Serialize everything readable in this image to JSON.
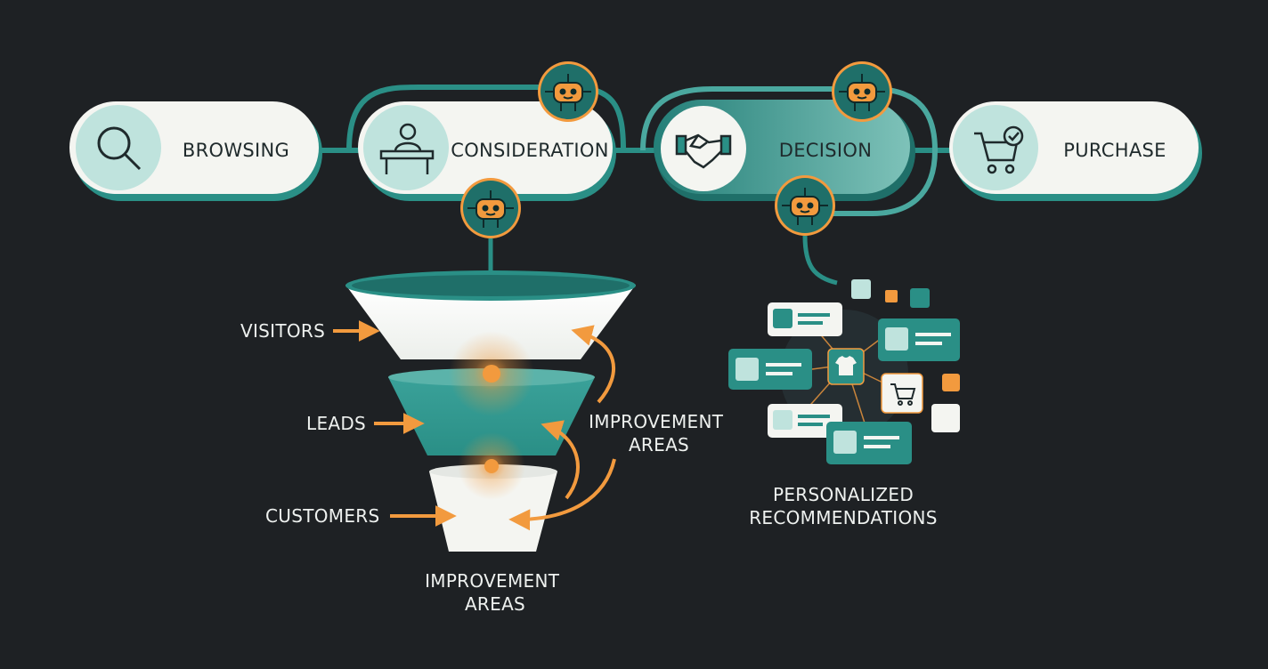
{
  "colors": {
    "background": "#1e2124",
    "teal": "#2a8f86",
    "teal_dark": "#1f6f69",
    "teal_light": "#bfe3dd",
    "pill_fill": "#f4f5f1",
    "orange": "#f29a3e",
    "text_dark": "#1f2a2c",
    "text_light": "#eef1ef"
  },
  "journey": {
    "stages": [
      {
        "label": "BROWSING",
        "icon": "magnifier-icon",
        "active": false
      },
      {
        "label": "CONSIDERATION",
        "icon": "person-at-desk-icon",
        "active": false
      },
      {
        "label": "DECISION",
        "icon": "handshake-icon",
        "active": true
      },
      {
        "label": "PURCHASE",
        "icon": "cart-check-icon",
        "active": false
      }
    ],
    "ai_badges": [
      "robot-icon",
      "robot-icon",
      "robot-icon",
      "robot-icon"
    ]
  },
  "funnel": {
    "levels": [
      "VISITORS",
      "LEADS",
      "CUSTOMERS"
    ],
    "improvement_label_right": "IMPROVEMENT\nAREAS",
    "improvement_label_bottom": "IMPROVEMENT\nAREAS"
  },
  "recommendations": {
    "label_line1": "PERSONALIZED",
    "label_line2": "RECOMMENDATIONS",
    "center_icon": "t-shirt-icon",
    "cart_icon": "shopping-cart-icon"
  }
}
